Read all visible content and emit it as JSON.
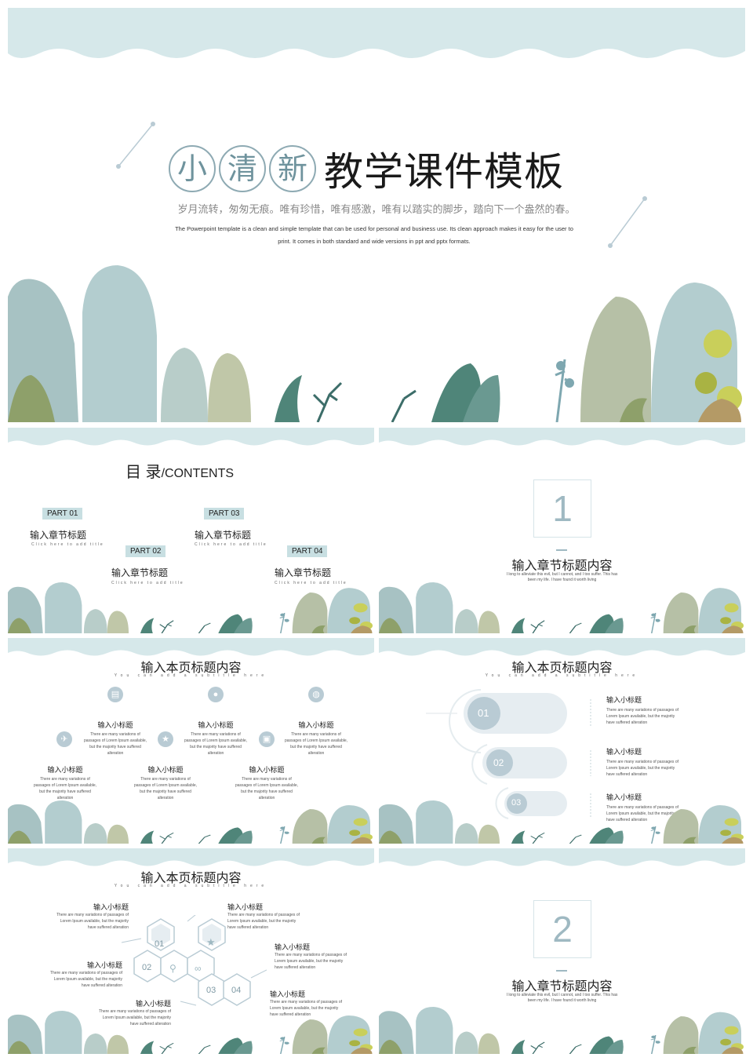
{
  "cover": {
    "title_chars": [
      "小",
      "清",
      "新"
    ],
    "title_rest": "教学课件模板",
    "subtitle": "岁月流转，匆匆无痕。唯有珍惜，唯有感激，唯有以踏实的脚步，踏向下一个盎然的春。",
    "desc_line1": "The Powerpoint template is a clean and simple template that can be used for personal and business use. Its clean approach makes it easy for the user to",
    "desc_line2": "print. It comes in both standard and wide versions in ppt and pptx formats."
  },
  "contents": {
    "title": "目 录",
    "title_en": "/CONTENTS",
    "parts": [
      {
        "tag": "PART 01",
        "title": "输入章节标题",
        "sub": "Click here to add title"
      },
      {
        "tag": "PART 02",
        "title": "输入章节标题",
        "sub": "Click here to add title"
      },
      {
        "tag": "PART 03",
        "title": "输入章节标题",
        "sub": "Click here to add title"
      },
      {
        "tag": "PART 04",
        "title": "输入章节标题",
        "sub": "Click here to add title"
      }
    ]
  },
  "section1": {
    "number": "1",
    "title": "输入章节标题内容",
    "desc1": "I long to alleviate this evil, but I cannot, and I too suffer. This has",
    "desc2": "been my life. I have found it worth living"
  },
  "section2": {
    "number": "2",
    "title": "输入章节标题内容",
    "desc1": "I long to alleviate this evil, but I cannot, and I too suffer. This has",
    "desc2": "been my life. I have found it worth living"
  },
  "page_header": {
    "title": "输入本页标题内容",
    "subtitle": "You can add a subtitle here"
  },
  "item": {
    "title": "输入小标题",
    "l1": "There are many variations of",
    "l2": "passages of Lorem Ipsum available,",
    "l3": "but the majority have suffered",
    "l4": "alteration"
  },
  "item_b": {
    "l1": "There are many variations of passages of",
    "l2": "Lorem Ipsum available, but the majority",
    "l3": "have suffered alteration"
  },
  "pills": [
    "01",
    "02",
    "03"
  ],
  "hex": [
    "01",
    "02",
    "03",
    "04"
  ],
  "colors": {
    "wave": "#d6e8ea",
    "accent": "#9fb9c2",
    "box": "#c8dfe2"
  }
}
